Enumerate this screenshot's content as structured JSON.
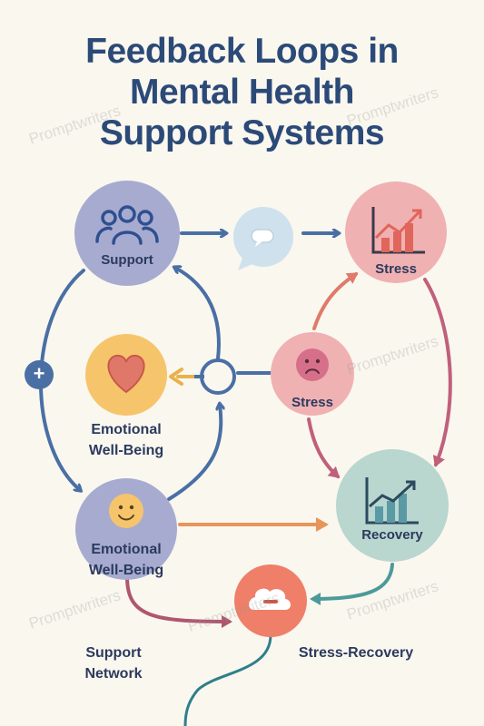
{
  "title": {
    "lines": [
      "Feedback Loops in",
      "Mental Health",
      "Support Systems"
    ]
  },
  "nodes": {
    "support": "Support",
    "stress_top": "Stress",
    "stress_mid": "Stress",
    "emotional_wellbeing_1": "Emotional Well-Being",
    "emotional_wellbeing_2": "Emotional Well-Being",
    "recovery": "Recovery"
  },
  "footer_labels": {
    "support_network": "Support Network",
    "stress_recovery": "Stress-Recovery"
  },
  "symbols": {
    "plus": "+",
    "minus": "−"
  },
  "watermark": "Promptwriters",
  "colors": {
    "title": "#2c4a78",
    "blue_arrow": "#4a6fa5",
    "red_arrow": "#c0607a",
    "orange_arrow": "#e8955a",
    "teal_arrow": "#4d9a9a",
    "support_circle": "#a7abd0",
    "stress_circle": "#f0b1b3",
    "emotional_circle": "#f6c56b",
    "recovery_circle": "#b9d6cf",
    "minus_circle": "#ef7f69"
  }
}
